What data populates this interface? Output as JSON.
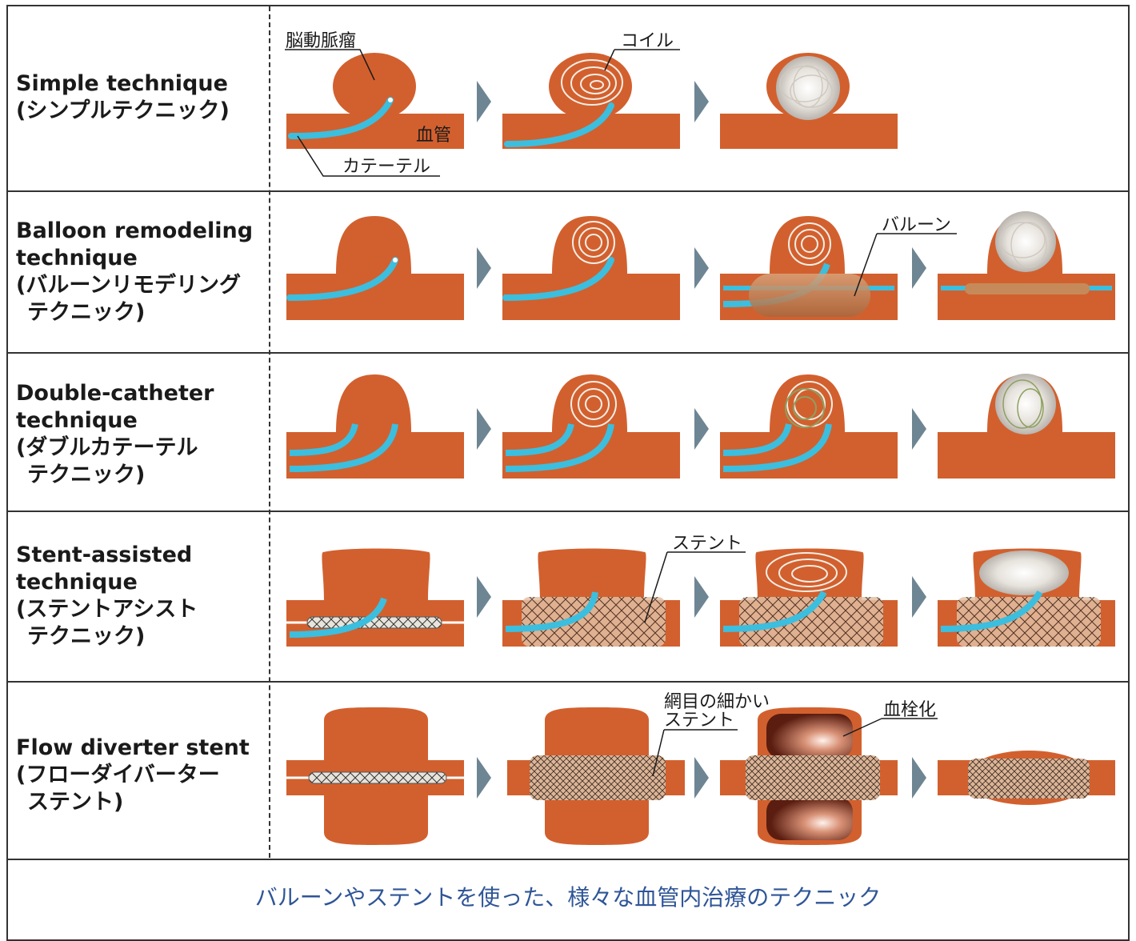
{
  "rows": [
    {
      "en": "Simple technique",
      "jp": "(シンプルテクニック)"
    },
    {
      "en1": "Balloon remodeling",
      "en2": "technique",
      "jp1": "(バルーンリモデリング",
      "jp2": "テクニック)"
    },
    {
      "en1": "Double-catheter",
      "en2": "technique",
      "jp1": "(ダブルカテーテル",
      "jp2": "テクニック)"
    },
    {
      "en1": "Stent-assisted",
      "en2": "technique",
      "jp1": "(ステントアシスト",
      "jp2": "テクニック)"
    },
    {
      "en": "Flow diverter stent",
      "jp1": "(フローダイバーター",
      "jp2": "ステント)"
    }
  ],
  "callouts": {
    "aneurysm": "脳動脈瘤",
    "coil": "コイル",
    "vessel": "血管",
    "catheter": "カテーテル",
    "balloon": "バルーン",
    "stent": "ステント",
    "fine_stent_1": "網目の細かい",
    "fine_stent_2": "ステント",
    "thrombosis": "血栓化"
  },
  "caption": "バルーンやステントを使った、様々な血管内治療のテクニック",
  "colors": {
    "vessel": "#d2602e",
    "catheter": "#3cbede",
    "arrow": "#6e8593",
    "caption": "#2f5597",
    "stent_fill": "#e7c4a8",
    "balloon": "#c68a5a"
  }
}
